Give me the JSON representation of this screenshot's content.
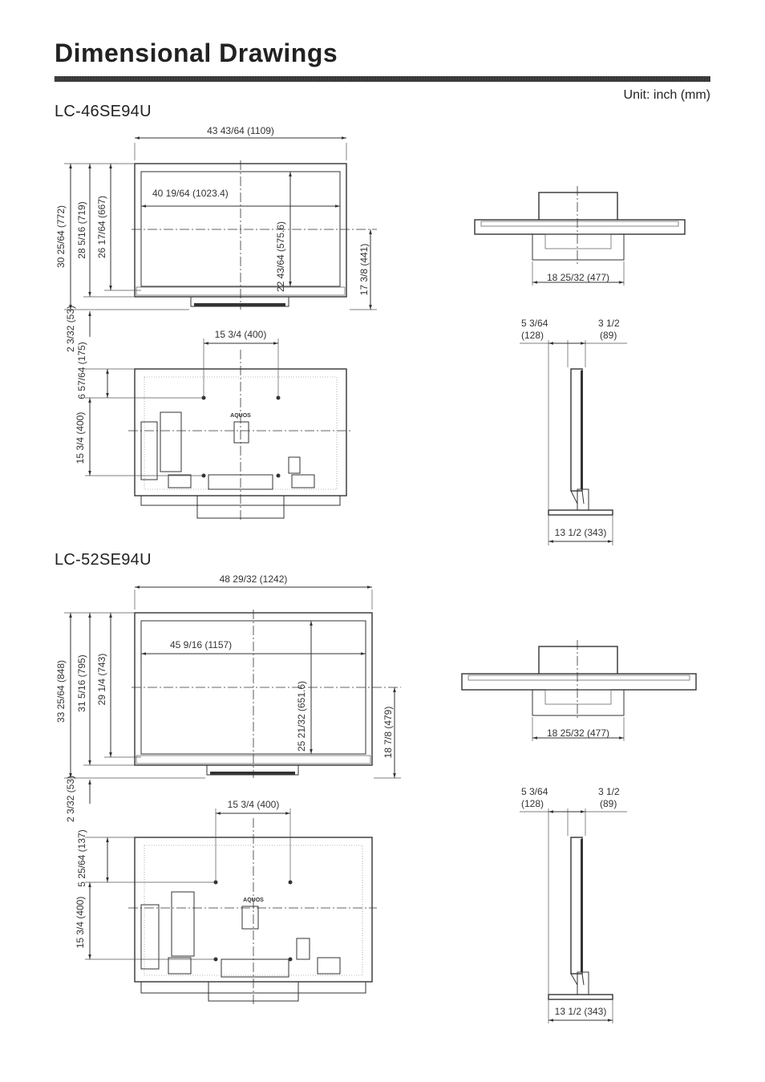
{
  "page": {
    "title": "Dimensional Drawings",
    "unit": "Unit: inch (mm)"
  },
  "logo_text": "AQUOS",
  "models": [
    {
      "name": "LC-46SE94U",
      "dims": {
        "overall_width": "43 43/64 (1109)",
        "screen_width": "40 19/64 (1023.4)",
        "overall_height": "30 25/64 (772)",
        "height_no_stand": "28 5/16 (719)",
        "cabinet_height": "26 17/64 (667)",
        "screen_height": "22 43/64 (575.6)",
        "center_height": "17 3/8 (441)",
        "stand_gap": "2 3/32 (53)",
        "vesa_width": "15 3/4 (400)",
        "vesa_top": "6 57/64 (175)",
        "vesa_height": "15 3/4 (400)",
        "top_base_width": "18 25/32 (477)",
        "depth_front_a": "5 3/64",
        "depth_front_b": "(128)",
        "depth_panel_a": "3 1/2",
        "depth_panel_b": "(89)",
        "stand_depth": "13 1/2 (343)"
      }
    },
    {
      "name": "LC-52SE94U",
      "dims": {
        "overall_width": "48 29/32 (1242)",
        "screen_width": "45 9/16 (1157)",
        "overall_height": "33 25/64 (848)",
        "height_no_stand": "31 5/16 (795)",
        "cabinet_height": "29 1/4 (743)",
        "screen_height": "25 21/32 (651.6)",
        "center_height": "18 7/8 (479)",
        "stand_gap": "2 3/32 (53)",
        "vesa_width": "15 3/4 (400)",
        "vesa_top": "5 25/64 (137)",
        "vesa_height": "15 3/4 (400)",
        "top_base_width": "18 25/32 (477)",
        "depth_front_a": "5 3/64",
        "depth_front_b": "(128)",
        "depth_panel_a": "3 1/2",
        "depth_panel_b": "(89)",
        "stand_depth": "13 1/2 (343)"
      }
    }
  ]
}
